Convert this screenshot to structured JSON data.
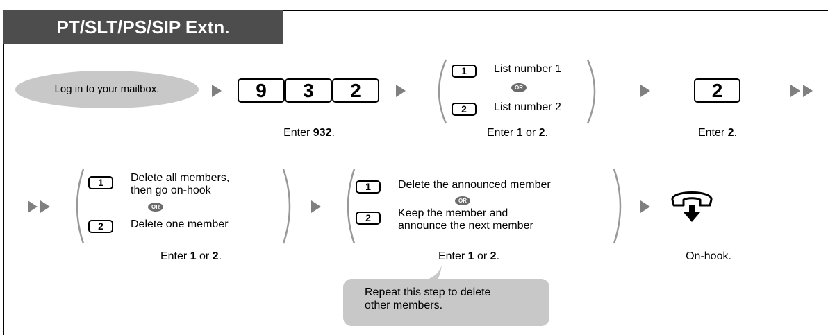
{
  "header": {
    "title": "PT/SLT/PS/SIP Extn."
  },
  "row1": {
    "start_step": "Log in to your mailbox.",
    "keys_932": [
      "9",
      "3",
      "2"
    ],
    "caption_932": {
      "pre": "Enter ",
      "bold": "932",
      "post": "."
    },
    "choice_list": {
      "option1_key": "1",
      "option1_label": "List number 1",
      "or": "OR",
      "option2_key": "2",
      "option2_label": "List number 2"
    },
    "caption_list": {
      "pre": "Enter ",
      "b1": "1",
      "mid": " or ",
      "b2": "2",
      "post": "."
    },
    "key_2": "2",
    "caption_2": {
      "pre": "Enter ",
      "bold": "2",
      "post": "."
    }
  },
  "row2": {
    "choice_delete_mode": {
      "option1_key": "1",
      "option1_label_line1": "Delete all members,",
      "option1_label_line2": "then go on-hook",
      "or": "OR",
      "option2_key": "2",
      "option2_label": "Delete one member"
    },
    "caption_delete_mode": {
      "pre": "Enter ",
      "b1": "1",
      "mid": " or ",
      "b2": "2",
      "post": "."
    },
    "choice_announced": {
      "option1_key": "1",
      "option1_label": "Delete the announced member",
      "or": "OR",
      "option2_key": "2",
      "option2_label_line1": "Keep the member and",
      "option2_label_line2": "announce the next member"
    },
    "caption_announced": {
      "pre": "Enter ",
      "b1": "1",
      "mid": " or ",
      "b2": "2",
      "post": "."
    },
    "caption_onhook": "On-hook."
  },
  "note": {
    "line1": "Repeat this step to delete",
    "line2": "other members."
  }
}
